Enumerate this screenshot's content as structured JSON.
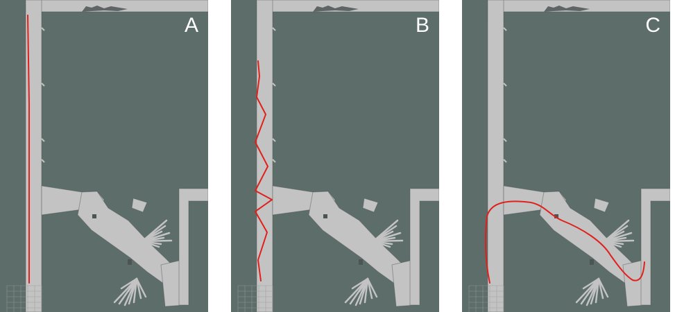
{
  "figure": {
    "panels": [
      {
        "id": "a",
        "label": "A",
        "path_style": "straight"
      },
      {
        "id": "b",
        "label": "B",
        "path_style": "zigzag"
      },
      {
        "id": "c",
        "label": "C",
        "path_style": "smooth"
      }
    ]
  },
  "colors": {
    "unknown_area": "#5d6d6a",
    "free_space": "#c3c3c3",
    "wall_edge": "#4c5553",
    "grid_lines": "#9a9a9a",
    "path": "#e0201c",
    "label_text": "#ffffff",
    "background": "#ffffff"
  }
}
